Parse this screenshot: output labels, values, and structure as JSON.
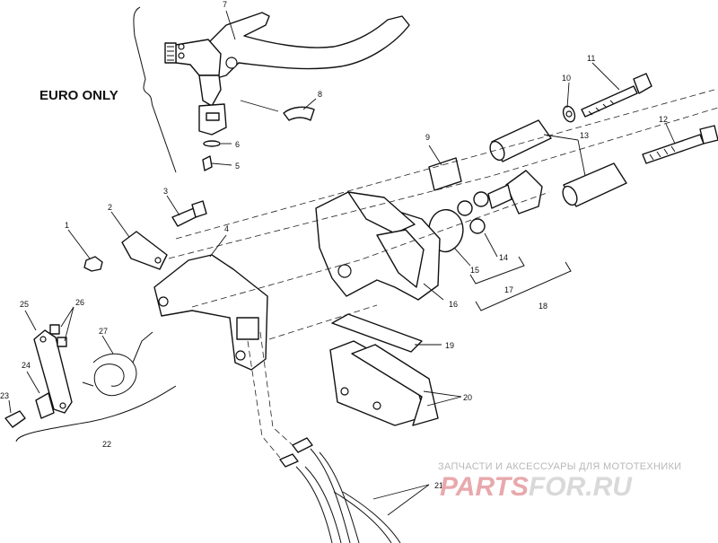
{
  "diagram": {
    "region_label": "EURO ONLY",
    "callouts": [
      "1",
      "2",
      "3",
      "4",
      "5",
      "6",
      "7",
      "8",
      "9",
      "10",
      "11",
      "12",
      "13",
      "14",
      "15",
      "16",
      "17",
      "18",
      "19",
      "20",
      "21",
      "22",
      "23",
      "24",
      "25",
      "26",
      "27"
    ]
  },
  "watermark": {
    "text": "ЗАПЧАСТИ И АКСЕССУАРЫ ДЛЯ МОТОТЕХНИКИ",
    "logo_part1": "PARTS",
    "logo_part2": "FOR.RU"
  },
  "colors": {
    "line": "#111111",
    "watermark_pink": "#e8a9ac",
    "watermark_gray": "#d9d9d9"
  }
}
